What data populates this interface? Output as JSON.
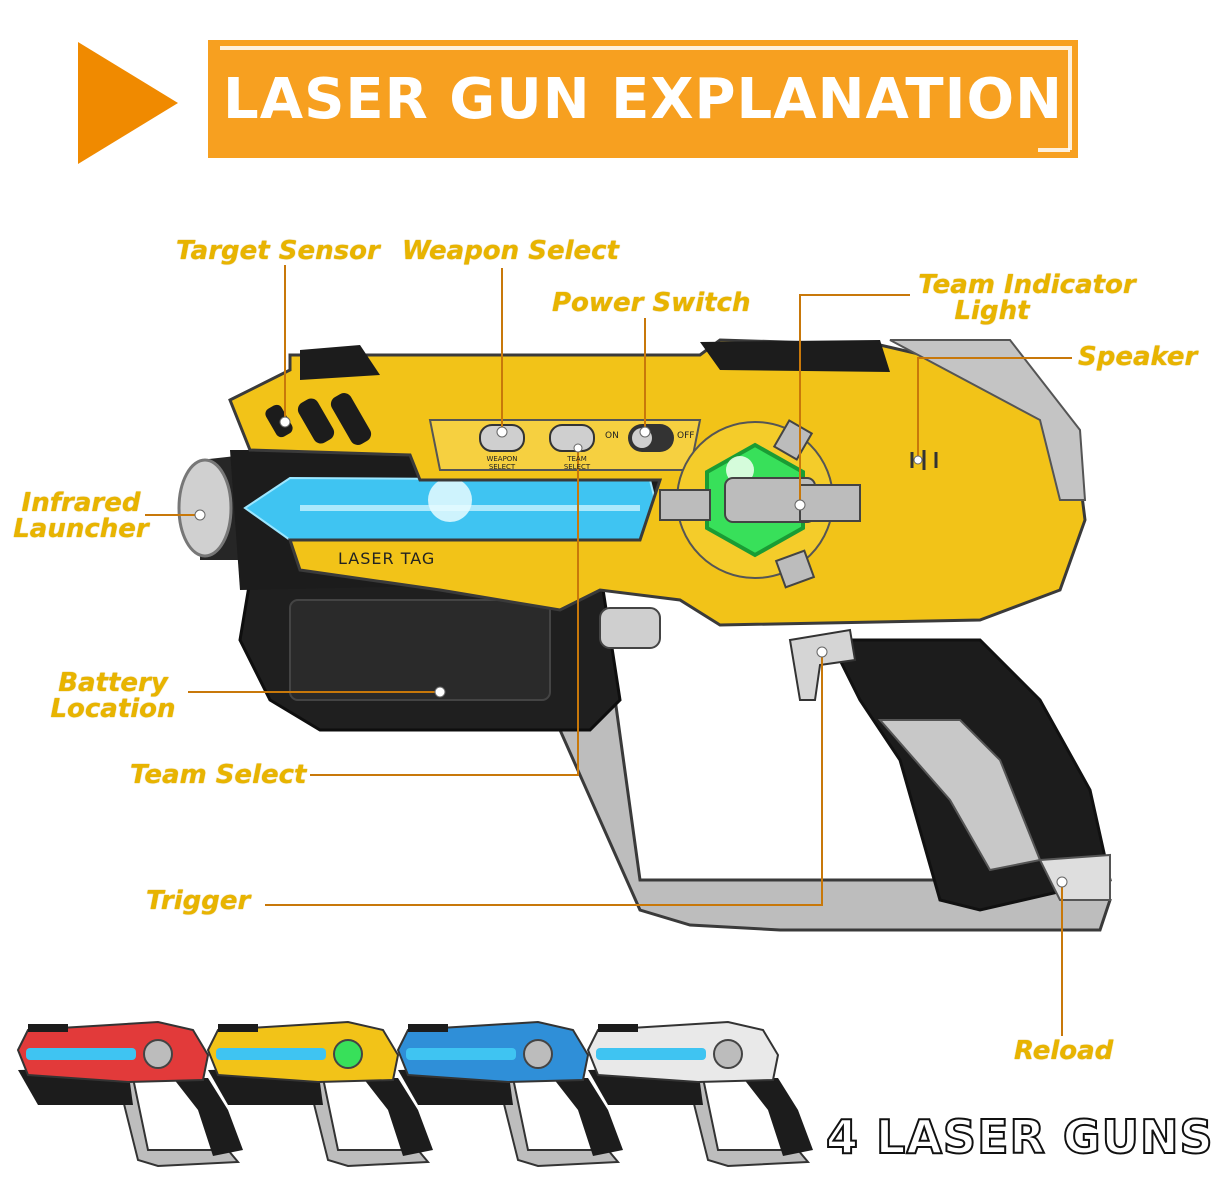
{
  "header": {
    "title": "LASER GUN EXPLANATION"
  },
  "callouts": {
    "target_sensor": "Target Sensor",
    "weapon_select": "Weapon Select",
    "power_switch": "Power Switch",
    "team_indicator_light": [
      "Team Indicator",
      "Light"
    ],
    "speaker": "Speaker",
    "infrared_launcher": [
      "Infrared",
      "Launcher"
    ],
    "battery_location": [
      "Battery",
      "Location"
    ],
    "team_select": "Team Select",
    "trigger": "Trigger",
    "reload": "Reload"
  },
  "gun_markings": {
    "brand": "LASER TAG",
    "weapon_select_label": [
      "WEAPON",
      "SELECT"
    ],
    "team_select_label": [
      "TEAM",
      "SELECT"
    ],
    "switch_on": "ON",
    "switch_off": "OFF"
  },
  "lineup": {
    "label": "4 LASER GUNS",
    "gun_colors": [
      "#e23a3a",
      "#f2c318",
      "#2f8fd8",
      "#e9e9e9"
    ]
  },
  "colors": {
    "banner": "#f7a020",
    "banner_arrow": "#f08a00",
    "callout_text": "#e8b400",
    "leader_line": "#c8780a",
    "gun_body": "#f2c318",
    "gun_black": "#1c1c1c",
    "gun_grey": "#bdbdbd",
    "laser_blue": "#3fc4f2",
    "indicator_green": "#38e05a"
  }
}
